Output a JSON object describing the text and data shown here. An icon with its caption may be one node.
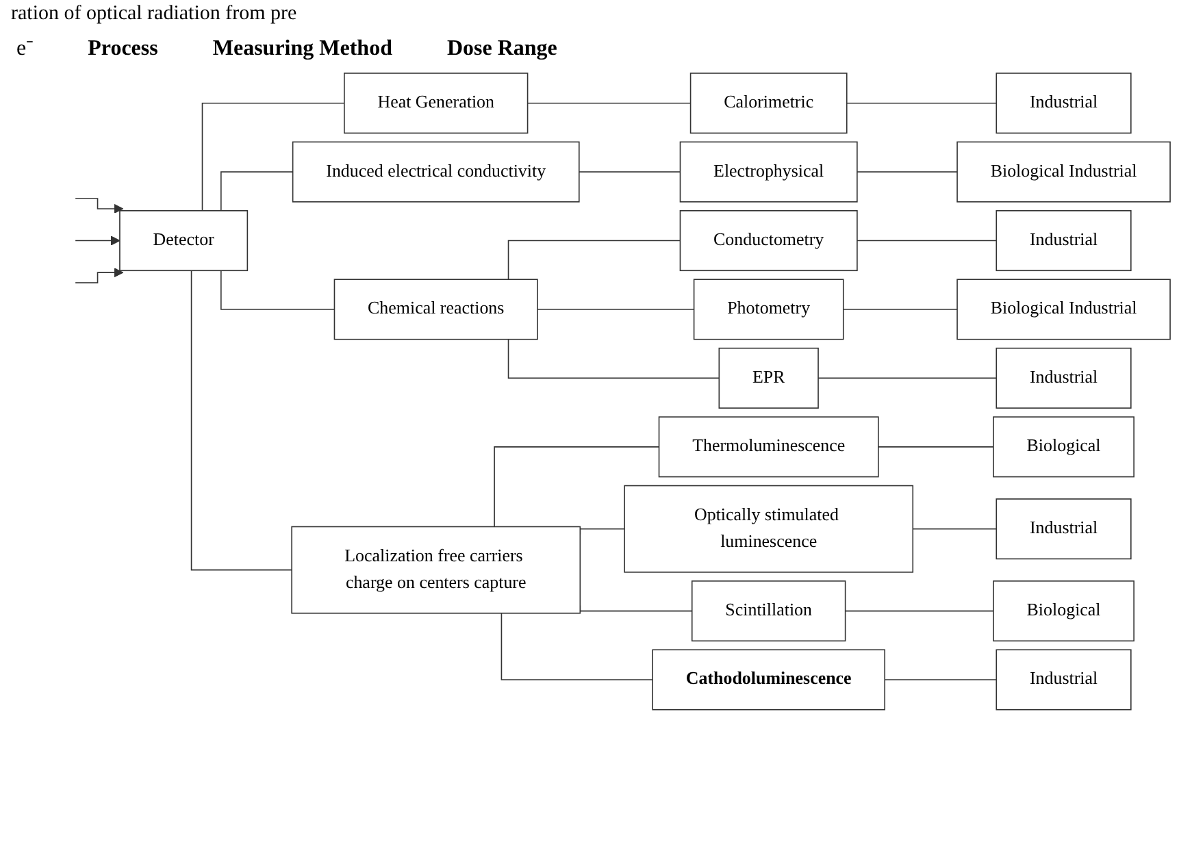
{
  "diagram": {
    "nodes": [
      {
        "text": [
          "Detector"
        ]
      },
      {
        "text": [
          "Heat Generation"
        ]
      },
      {
        "text": [
          "Induced electrical conductivity"
        ]
      },
      {
        "text": [
          "Chemical reactions"
        ]
      },
      {
        "text": [
          "Localization free carriers charge on centers capture"
        ]
      },
      {
        "text": [
          "Calorimetric"
        ]
      },
      {
        "text": [
          "Electrophysical"
        ]
      },
      {
        "text": [
          "Conductometry"
        ]
      },
      {
        "text": [
          "Photometry"
        ]
      },
      {
        "text": [
          "EPR"
        ]
      },
      {
        "text": [
          "Thermoluminescence"
        ]
      },
      {
        "text": [
          "Optically stimulated luminescence"
        ]
      },
      {
        "text": [
          "Scintillation"
        ]
      },
      {
        "text": [
          "Cathodoluminescence"
        ]
      },
      {
        "text": [
          "Industrial"
        ]
      },
      {
        "text": [
          "Biological Industrial"
        ]
      },
      {
        "text": [
          "Industrial"
        ]
      },
      {
        "text": [
          "Biological Industrial"
        ]
      },
      {
        "text": [
          "Industrial"
        ]
      },
      {
        "text": [
          "Biological"
        ]
      },
      {
        "text": [
          "Industrial"
        ]
      },
      {
        "text": [
          "Biological"
        ]
      },
      {
        "text": [
          "Industrial"
        ]
      }
    ],
    "edges": [
      {
        "from": null,
        "to": 0,
        "arrow": "to"
      },
      {
        "from": null,
        "to": 0,
        "arrow": "to"
      },
      {
        "from": null,
        "to": 0,
        "arrow": "to"
      },
      {
        "from": 0,
        "to": 1,
        "arrow": "none"
      },
      {
        "from": 0,
        "to": 2,
        "arrow": "none"
      },
      {
        "from": 0,
        "to": 3,
        "arrow": "none"
      },
      {
        "from": 0,
        "to": 4,
        "arrow": "none"
      },
      {
        "from": 1,
        "to": 5,
        "arrow": "none"
      },
      {
        "from": 2,
        "to": 6,
        "arrow": "none"
      },
      {
        "from": 3,
        "to": 7,
        "arrow": "none"
      },
      {
        "from": 3,
        "to": 8,
        "arrow": "none"
      },
      {
        "from": 3,
        "to": 9,
        "arrow": "none"
      },
      {
        "from": 4,
        "to": 10,
        "arrow": "none"
      },
      {
        "from": 4,
        "to": 11,
        "arrow": "none"
      },
      {
        "from": 4,
        "to": 12,
        "arrow": "none"
      },
      {
        "from": 4,
        "to": 13,
        "arrow": "none"
      },
      {
        "from": 5,
        "to": 14,
        "arrow": "none"
      },
      {
        "from": 6,
        "to": 15,
        "arrow": "none"
      },
      {
        "from": 7,
        "to": 16,
        "arrow": "none"
      },
      {
        "from": 8,
        "to": 17,
        "arrow": "none"
      },
      {
        "from": 9,
        "to": 18,
        "arrow": "none"
      },
      {
        "from": 10,
        "to": 19,
        "arrow": "none"
      },
      {
        "from": 11,
        "to": 20,
        "arrow": "none"
      },
      {
        "from": 12,
        "to": 21,
        "arrow": "none"
      },
      {
        "from": 13,
        "to": 22,
        "arrow": "none"
      }
    ],
    "labels": [
      "ration of optical radiation from pre",
      "Process",
      "Measuring Method",
      "Dose Range",
      "e⁻"
    ]
  }
}
